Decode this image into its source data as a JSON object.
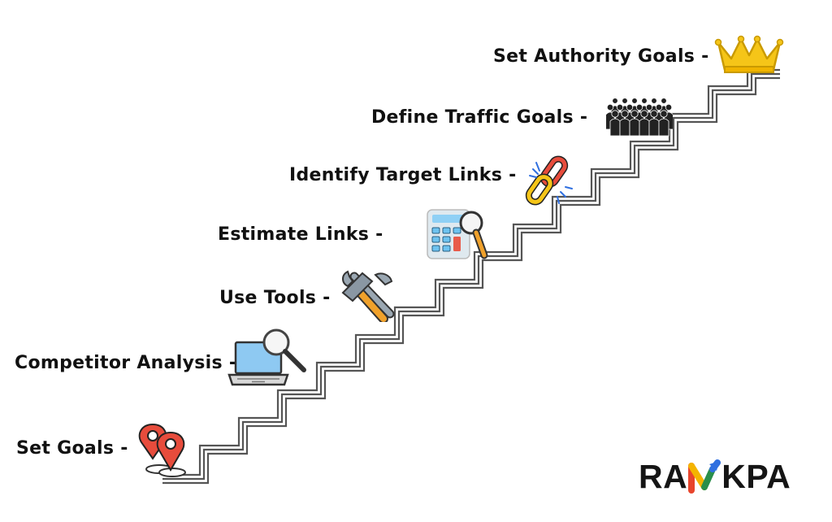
{
  "steps": [
    {
      "label": "Set Goals -",
      "icon": "map-pin-icon"
    },
    {
      "label": "Competitor Analysis -",
      "icon": "laptop-magnifier-icon"
    },
    {
      "label": "Use Tools -",
      "icon": "hammer-wrench-icon"
    },
    {
      "label": "Estimate Links -",
      "icon": "calculator-magnifier-icon"
    },
    {
      "label": "Identify Target Links -",
      "icon": "broken-chain-link-icon"
    },
    {
      "label": "Define Traffic Goals -",
      "icon": "crowd-people-icon"
    },
    {
      "label": "Set Authority Goals -",
      "icon": "crown-icon"
    }
  ],
  "logo": {
    "text_left": "RA",
    "text_right": "KPA",
    "mark": "arrow-n-icon",
    "colors": [
      "#e8452c",
      "#f4b400",
      "#2a8f4a",
      "#2f6fe0"
    ]
  },
  "colors": {
    "stair": "#555555",
    "text": "#111111",
    "pin": "#e74c3c",
    "crown": "#f5c518",
    "hammer": "#f0a12b",
    "laptop_screen": "#8ec9f2"
  }
}
